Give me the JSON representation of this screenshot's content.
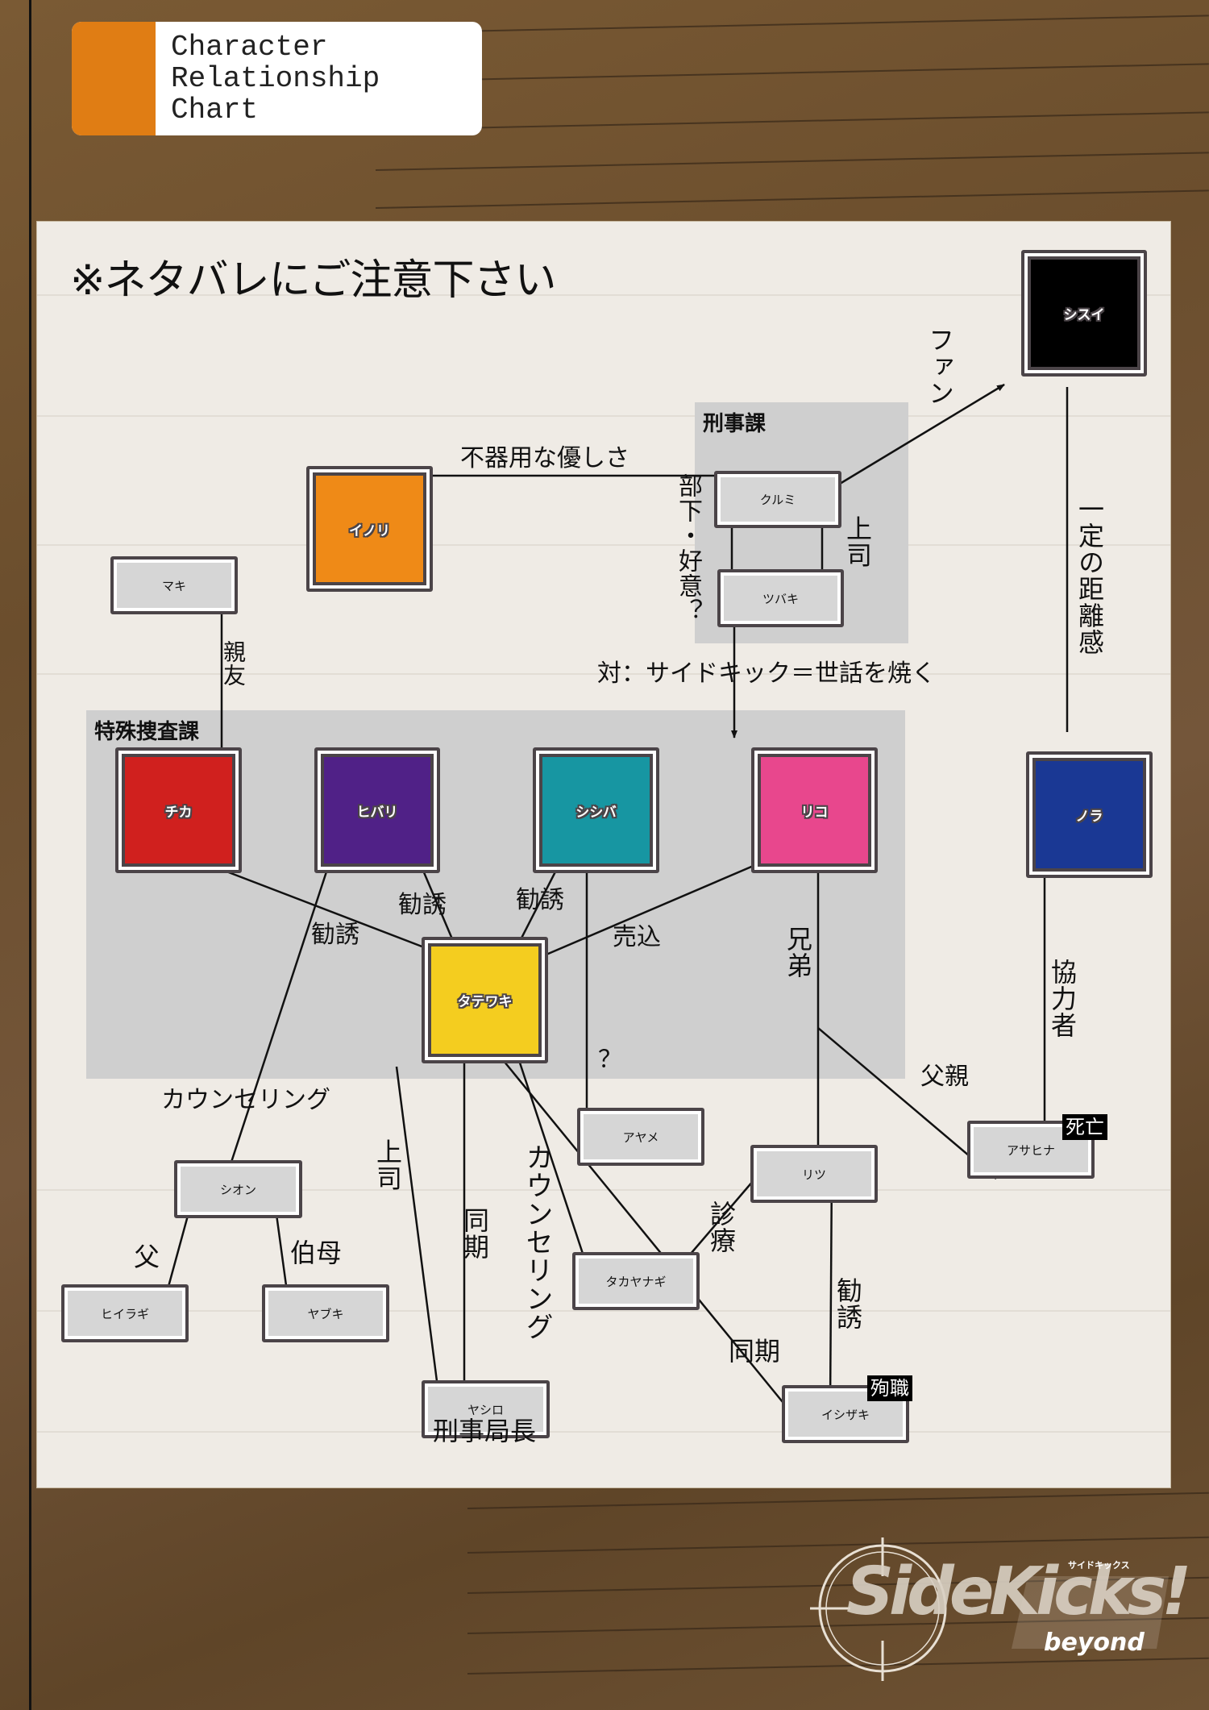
{
  "header": {
    "title": "Character\nRelationship\nChart",
    "accent_color": "#e07d14"
  },
  "warning": "※ネタバレにご注意下さい",
  "groups": {
    "keiji": "刑事課",
    "tokushu": "特殊捜査課"
  },
  "characters": {
    "shisui": {
      "name": "シスイ",
      "color": "#000000"
    },
    "inori": {
      "name": "イノリ",
      "color": "#ef8a17"
    },
    "kurumi": {
      "name": "クルミ"
    },
    "tsubaki": {
      "name": "ツバキ"
    },
    "maki": {
      "name": "マキ"
    },
    "chika": {
      "name": "チカ",
      "color": "#d0201e"
    },
    "hibari": {
      "name": "ヒバリ",
      "color": "#502187"
    },
    "shishiba": {
      "name": "シシバ",
      "color": "#1796a2"
    },
    "riko": {
      "name": "リコ",
      "color": "#e8478d"
    },
    "nora": {
      "name": "ノラ",
      "color": "#1a3894"
    },
    "tatewaki": {
      "name": "タテワキ",
      "color": "#f4cd1f"
    },
    "ayame": {
      "name": "アヤメ"
    },
    "shion": {
      "name": "シオン"
    },
    "hiiragi": {
      "name": "ヒイラギ"
    },
    "yabuki": {
      "name": "ヤブキ"
    },
    "ritsu": {
      "name": "リツ"
    },
    "asahina": {
      "name": "アサヒナ",
      "badge": "死亡"
    },
    "takayanagi": {
      "name": "タカヤナギ"
    },
    "yashiro": {
      "name": "ヤシロ",
      "title": "刑事局長"
    },
    "ishizaki": {
      "name": "イシザキ",
      "badge": "殉職"
    }
  },
  "relations": {
    "fan": "ファン",
    "clumsy_kindness": "不器用な優しさ",
    "subordinate_affection": "部下・好意？",
    "boss_kurumi": "上司",
    "distance": "一定の距離感",
    "best_friend": "親友",
    "vs_sidekick": "対：サイドキック＝世話を焼く",
    "recruit_chika": "勧誘",
    "recruit_hibari": "勧誘",
    "recruit_shishiba": "勧誘",
    "sold_self": "売込",
    "brothers": "兄弟",
    "cooperator": "協力者",
    "question": "？",
    "father_asahina": "父親",
    "counseling_shion": "カウンセリング",
    "boss_yashiro": "上司",
    "same_term_yashiro": "同期",
    "counseling_takayanagi": "カウンセリング",
    "father": "父",
    "aunt": "伯母",
    "treatment": "診療",
    "recruit_ritsu": "勧誘",
    "same_term_ishizaki": "同期"
  },
  "logo": {
    "main": "SideKicks!",
    "sub": "beyond",
    "kana": "サイドキックス"
  }
}
